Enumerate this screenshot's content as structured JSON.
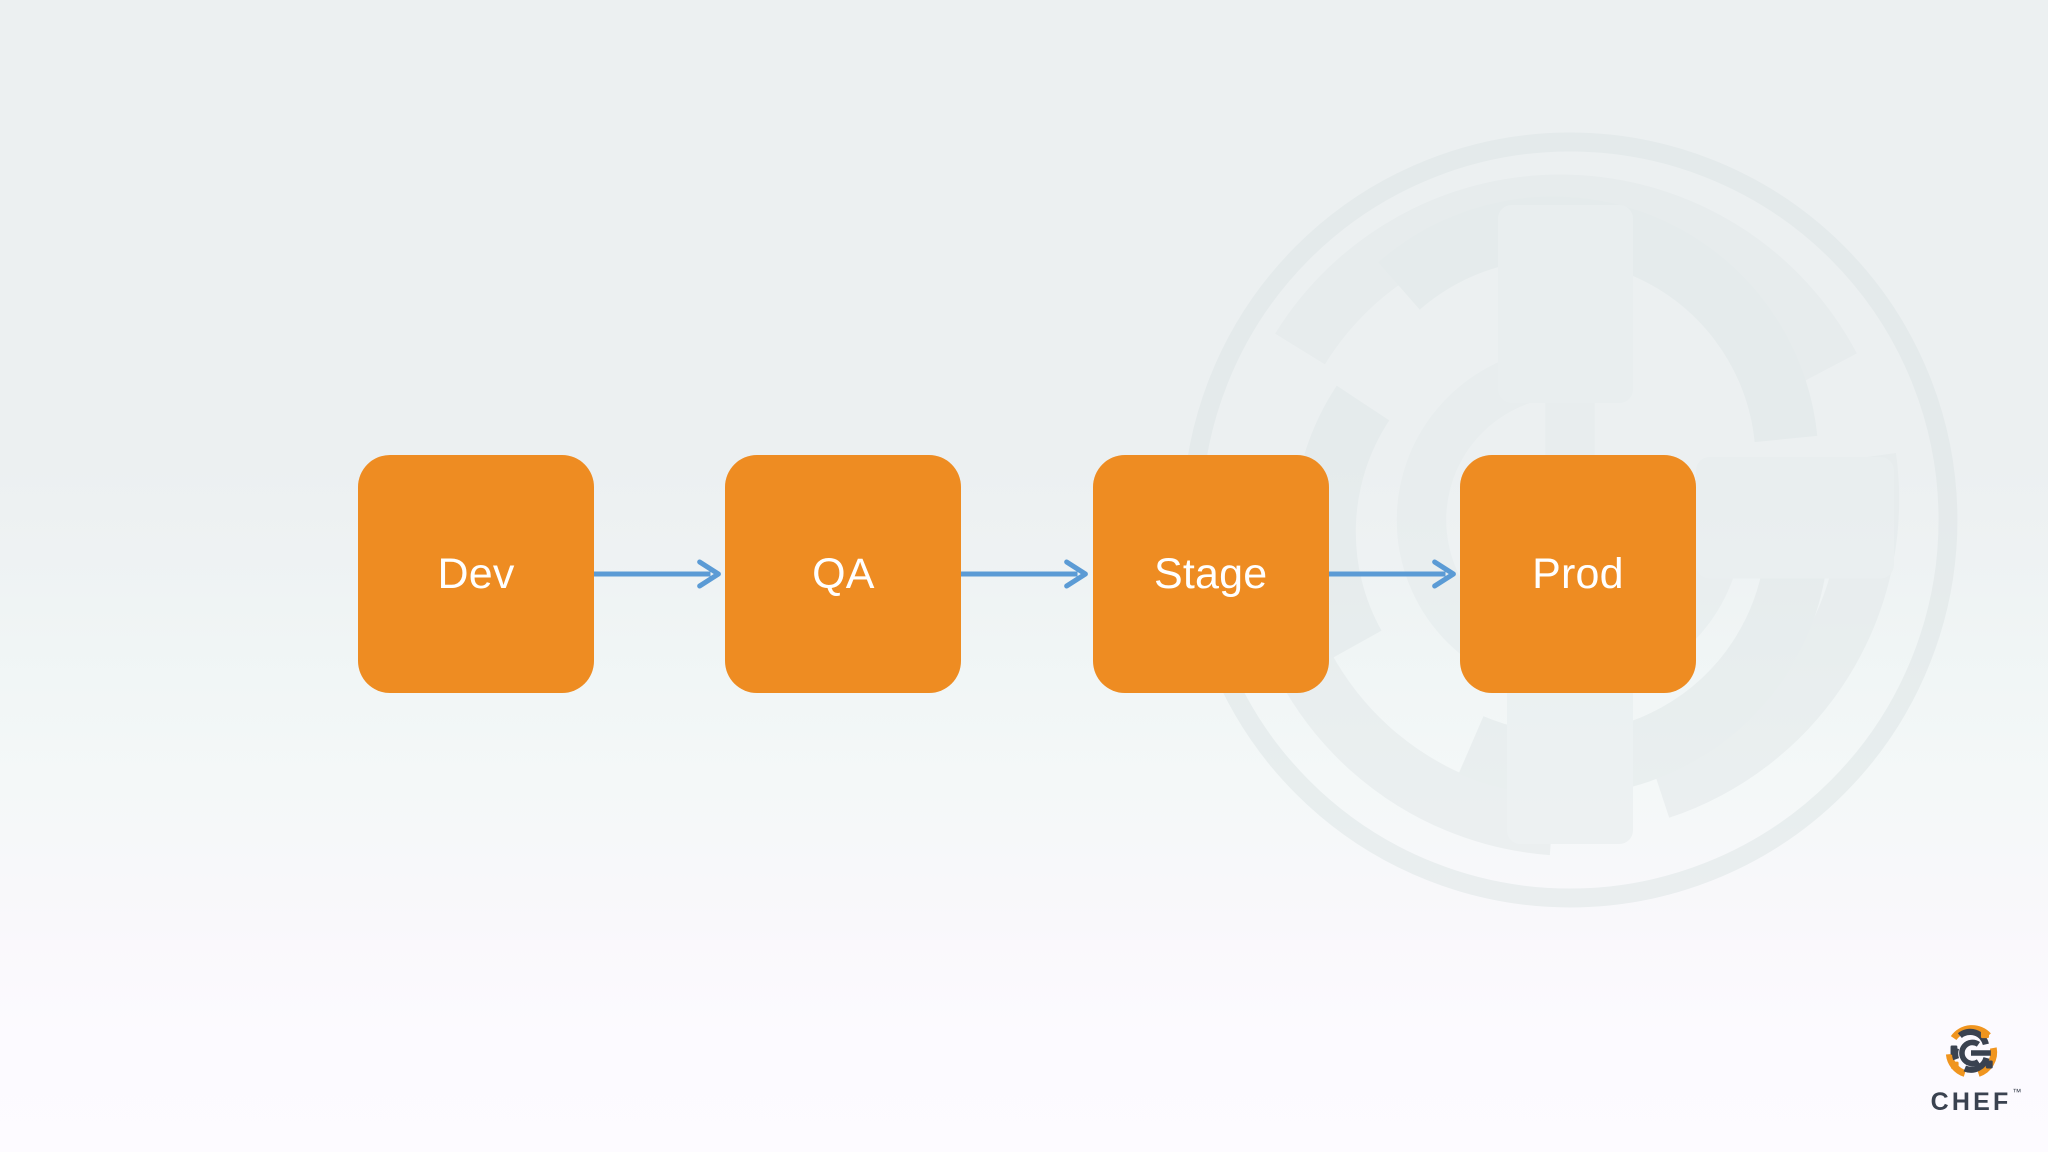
{
  "slide": {
    "background": {
      "gradient_top_color": "#ecf0f1",
      "gradient_bottom_color": "#fcfaff",
      "watermark_name": "chef-logo-watermark"
    }
  },
  "diagram": {
    "type": "flow",
    "orientation": "horizontal",
    "box_color": "#ee8c22",
    "box_text_color": "#ffffff",
    "arrow_color": "#5b9bd5",
    "nodes": [
      {
        "id": "dev",
        "label": "Dev"
      },
      {
        "id": "qa",
        "label": "QA"
      },
      {
        "id": "stage",
        "label": "Stage"
      },
      {
        "id": "prod",
        "label": "Prod"
      }
    ],
    "edges": [
      {
        "from": "dev",
        "to": "qa",
        "label": ""
      },
      {
        "from": "qa",
        "to": "stage",
        "label": ""
      },
      {
        "from": "stage",
        "to": "prod",
        "label": ""
      }
    ]
  },
  "branding": {
    "wordmark": "CHEF",
    "trademark": "™",
    "wordmark_color": "#3a4250",
    "mark_orange": "#f0951f",
    "mark_navy": "#3a4250",
    "mark_name": "chef-logo-mark"
  }
}
